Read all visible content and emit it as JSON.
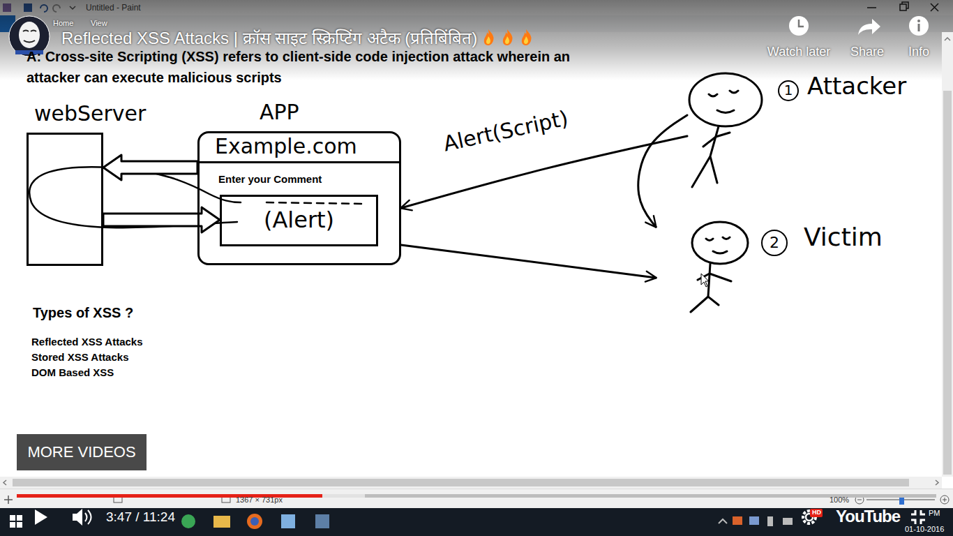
{
  "diagram": {
    "title": "Reflected XSS Attacks | क्रॉस साइट स्क्रिप्टिंग अटैक (प्रतिबिंबित)",
    "nodes": [
      {
        "text": [
          "webServer"
        ]
      },
      {
        "text": [
          "APP",
          "Example.com",
          "Enter your Comment"
        ]
      },
      {
        "text": [
          "(Alert)"
        ],
        "in": 1
      },
      {
        "text": [
          "1",
          "Attacker"
        ]
      },
      {
        "text": [
          "2",
          "Victim"
        ]
      },
      {
        "text": [
          "MORE VIDEOS"
        ]
      }
    ],
    "edges": [
      {
        "from": 1,
        "to": 0,
        "arrow": "to"
      },
      {
        "from": 0,
        "to": 2,
        "arrow": "to"
      },
      {
        "from": 3,
        "to": 1,
        "label": "Alert(Script)",
        "arrow": "to"
      },
      {
        "from": 3,
        "to": 4,
        "arrow": "to"
      },
      {
        "from": 1,
        "to": 4,
        "arrow": "to"
      }
    ],
    "labels": [
      "Untitled - Paint",
      "Home",
      "View",
      "Watch later",
      "Share",
      "Info",
      "A: Cross-site Scripting (XSS) refers to client-side code injection attack wherein an attacker can execute malicious scripts",
      "Types of XSS ?",
      "Reflected XSS Attacks",
      "Stored XSS Attacks",
      "DOM Based XSS",
      "3:47 / 11:24",
      "HD",
      "YouTube",
      "1367 × 731px",
      "100%",
      "PM",
      "01-10-2016"
    ]
  }
}
